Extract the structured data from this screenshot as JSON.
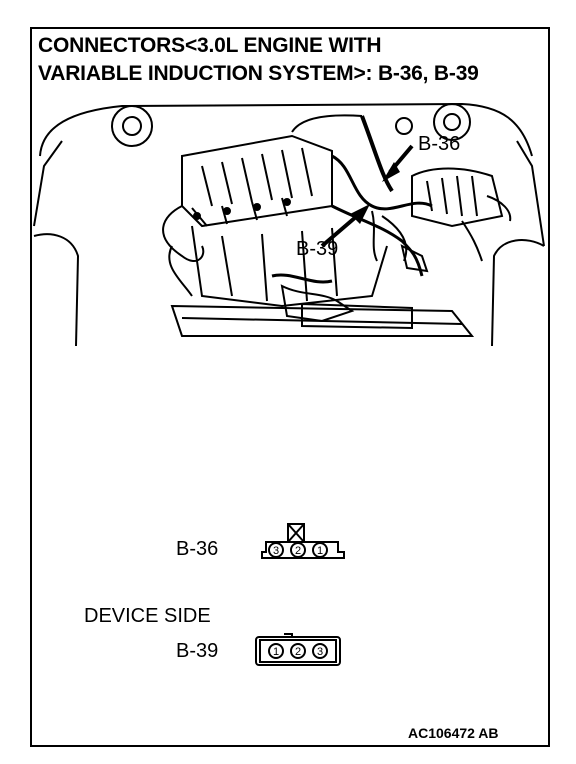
{
  "title": {
    "line1": "CONNECTORS<3.0L ENGINE WITH",
    "line2": "VARIABLE INDUCTION SYSTEM>: B-36, B-39"
  },
  "engine_bay": {
    "callout_top": "B-36",
    "callout_bottom": "B-39"
  },
  "connectors": {
    "b36": {
      "label": "B-36",
      "pins": [
        "3",
        "2",
        "1"
      ]
    },
    "device_side": "DEVICE SIDE",
    "b39": {
      "label": "B-39",
      "pins": [
        "1",
        "2",
        "3"
      ]
    }
  },
  "figure_code": "AC106472 AB"
}
